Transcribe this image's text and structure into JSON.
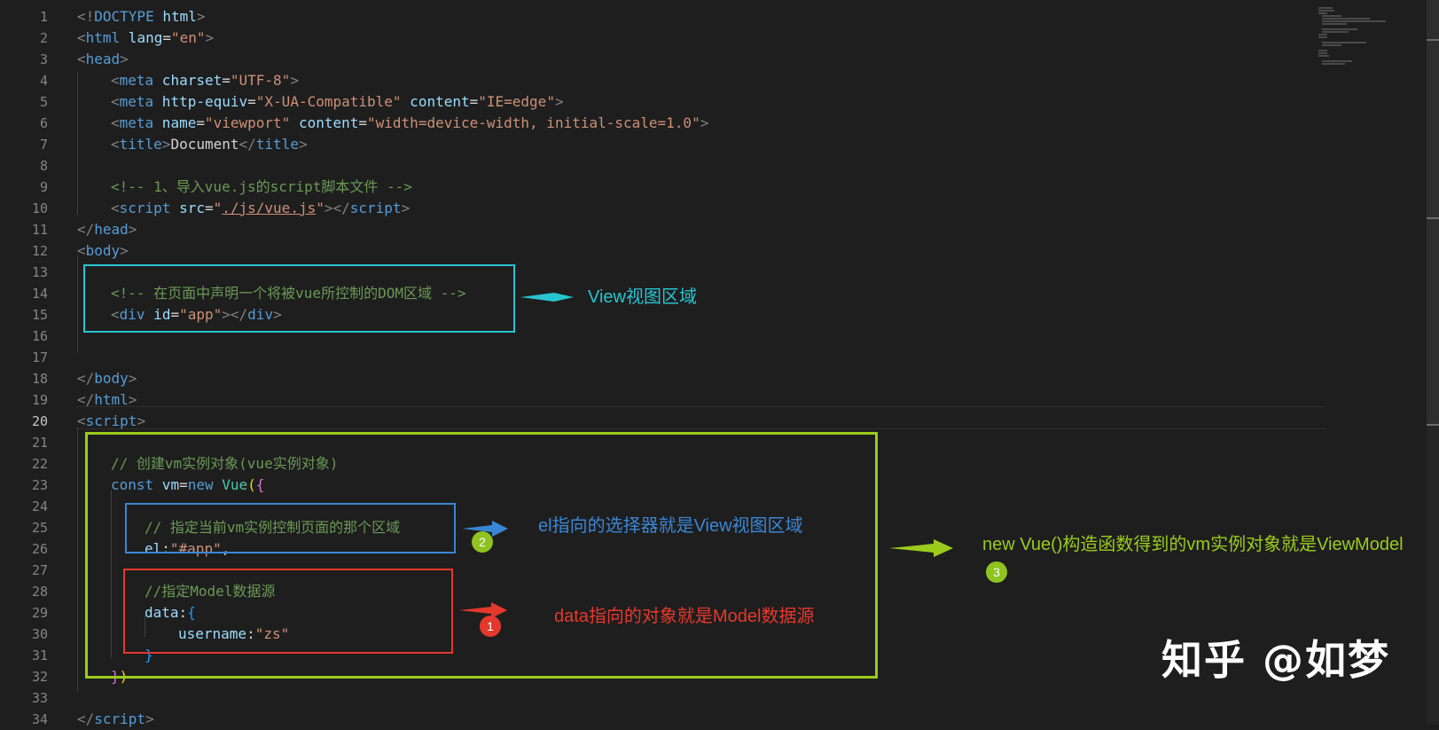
{
  "editor": {
    "line_numbers": [
      "1",
      "2",
      "3",
      "4",
      "5",
      "6",
      "7",
      "8",
      "9",
      "10",
      "11",
      "12",
      "13",
      "14",
      "15",
      "16",
      "17",
      "18",
      "19",
      "20",
      "21",
      "22",
      "23",
      "24",
      "25",
      "26",
      "27",
      "28",
      "29",
      "30",
      "31",
      "32",
      "33",
      "34"
    ],
    "active_line": "20",
    "lines": {
      "l1": {
        "a": "<!",
        "b": "DOCTYPE",
        "c": " html",
        "d": ">"
      },
      "l2": {
        "a": "<",
        "b": "html",
        "c": " lang",
        "d": "=",
        "e": "\"en\"",
        "f": ">"
      },
      "l3": {
        "a": "<",
        "b": "head",
        "c": ">"
      },
      "l4": {
        "a": "<",
        "b": "meta",
        "c": " charset",
        "d": "=",
        "e": "\"UTF-8\"",
        "f": ">"
      },
      "l5": {
        "a": "<",
        "b": "meta",
        "c": " http-equiv",
        "d": "=",
        "e": "\"X-UA-Compatible\"",
        "f": " content",
        "g": "=",
        "h": "\"IE=edge\"",
        "i": ">"
      },
      "l6": {
        "a": "<",
        "b": "meta",
        "c": " name",
        "d": "=",
        "e": "\"viewport\"",
        "f": " content",
        "g": "=",
        "h": "\"width=device-width, initial-scale=1.0\"",
        "i": ">"
      },
      "l7": {
        "a": "<",
        "b": "title",
        "c": ">",
        "d": "Document",
        "e": "</",
        "f": "title",
        "g": ">"
      },
      "l9": {
        "a": "<!-- 1、导入vue.js的script脚本文件 -->"
      },
      "l10": {
        "a": "<",
        "b": "script",
        "c": " src",
        "d": "=",
        "e": "\"",
        "f": "./js/vue.js",
        "g": "\"",
        "h": "></",
        "i": "script",
        "j": ">"
      },
      "l11": {
        "a": "</",
        "b": "head",
        "c": ">"
      },
      "l12": {
        "a": "<",
        "b": "body",
        "c": ">"
      },
      "l14": {
        "a": "<!-- 在页面中声明一个将被vue所控制的DOM区域 -->"
      },
      "l15": {
        "a": "<",
        "b": "div",
        "c": " id",
        "d": "=",
        "e": "\"app\"",
        "f": "></",
        "g": "div",
        "h": ">"
      },
      "l18": {
        "a": "</",
        "b": "body",
        "c": ">"
      },
      "l19": {
        "a": "</",
        "b": "html",
        "c": ">"
      },
      "l20": {
        "a": "<",
        "b": "script",
        "c": ">"
      },
      "l22": {
        "a": "// 创建vm实例对象(vue实例对象)"
      },
      "l23": {
        "a": "const",
        "b": " vm",
        "c": "=",
        "d": "new",
        "e": " Vue",
        "f": "(",
        "g": "{"
      },
      "l25": {
        "a": "// 指定当前vm实例控制页面的那个区域"
      },
      "l26": {
        "a": "el",
        "b": ":",
        "c": "\"#app\"",
        "d": ","
      },
      "l28": {
        "a": "//指定Model数据源"
      },
      "l29": {
        "a": "data",
        "b": ":",
        "c": "{"
      },
      "l30": {
        "a": "username",
        "b": ":",
        "c": "\"zs\""
      },
      "l31": {
        "a": "}"
      },
      "l32": {
        "a": "}",
        "b": ")"
      },
      "l34": {
        "a": "</",
        "b": "script",
        "c": ">"
      }
    }
  },
  "annotations": {
    "view": "View视图区域",
    "el": "el指向的选择器就是View视图区域",
    "data": "data指向的对象就是Model数据源",
    "vm": "new Vue()构造函数得到的vm实例对象就是ViewModel",
    "badge1": "1",
    "badge2": "2",
    "badge3": "3"
  },
  "watermark": "知乎 @如梦",
  "colors": {
    "background": "#1e1e1e",
    "view_box": "#27c4d0",
    "vm_box": "#9bcb1d",
    "el_box": "#3a86d6",
    "data_box": "#e5382d"
  }
}
